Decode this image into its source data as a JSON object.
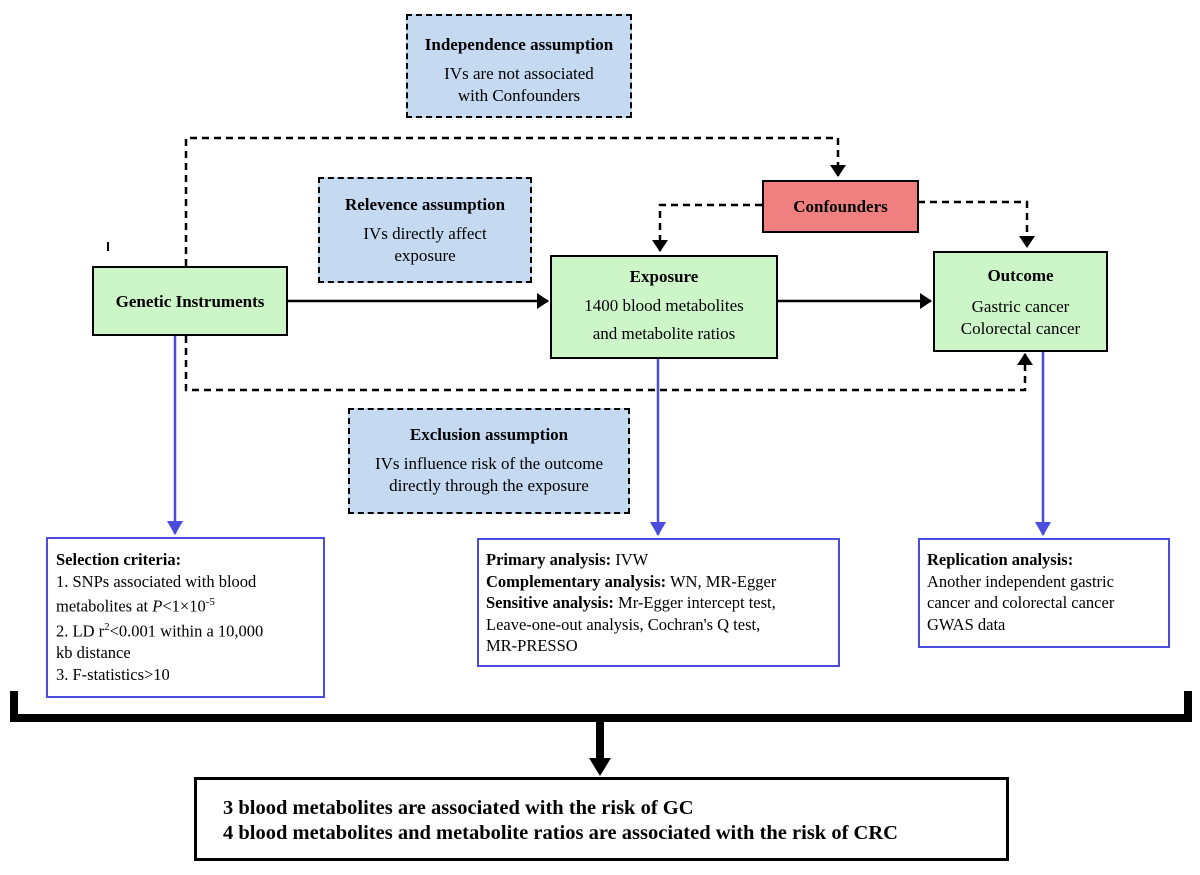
{
  "independence": {
    "title": "Independence assumption",
    "lines": [
      "IVs are not associated",
      "with Confounders"
    ]
  },
  "relevance": {
    "title": "Relevence assumption",
    "lines": [
      "IVs directly affect",
      "exposure"
    ]
  },
  "exclusion": {
    "title": "Exclusion assumption",
    "lines": [
      "IVs influence risk of the outcome",
      "directly through the exposure"
    ]
  },
  "confounders": {
    "label": "Confounders"
  },
  "genetic": {
    "label": "Genetic Instruments"
  },
  "exposure": {
    "title": "Exposure",
    "lines": [
      "1400 blood metabolites",
      "and metabolite ratios"
    ]
  },
  "outcome": {
    "title": "Outcome",
    "lines": [
      "Gastric cancer",
      "Colorectal cancer"
    ]
  },
  "selection": {
    "title": "Selection criteria:",
    "l1": "1. SNPs associated with blood",
    "l2_pre": "metabolites at ",
    "l2_p": "P",
    "l2_mid": "<1×10",
    "l2_sup": "-5",
    "l3_pre": "2. LD r",
    "l3_sup": "2",
    "l3_post": "<0.001 within a 10,000",
    "l4": "kb distance",
    "l5": "3. F-statistics>10"
  },
  "analysis": {
    "primary_label": "Primary analysis:",
    "primary_value": " IVW",
    "comp_label": "Complementary analysis:",
    "comp_value": " WN, MR-Egger",
    "sens_label": "Sensitive analysis:",
    "sens_value": " Mr-Egger intercept test,",
    "sens_line2": "Leave-one-out analysis, Cochran's Q test,",
    "sens_line3": "MR-PRESSO"
  },
  "replication": {
    "title": "Replication analysis:",
    "lines": [
      "Another independent  gastric",
      "cancer and colorectal cancer",
      "GWAS data"
    ]
  },
  "conclusion": {
    "lines": [
      "3 blood metabolites are associated with the risk of GC",
      "4 blood metabolites and metabolite ratios are associated with the risk of CRC"
    ]
  },
  "colors": {
    "assumption_fill": "#c5d9f1",
    "node_fill": "#ccf5c8",
    "confounder_fill": "#f08080",
    "blue_arrow": "#4b4bdc"
  }
}
